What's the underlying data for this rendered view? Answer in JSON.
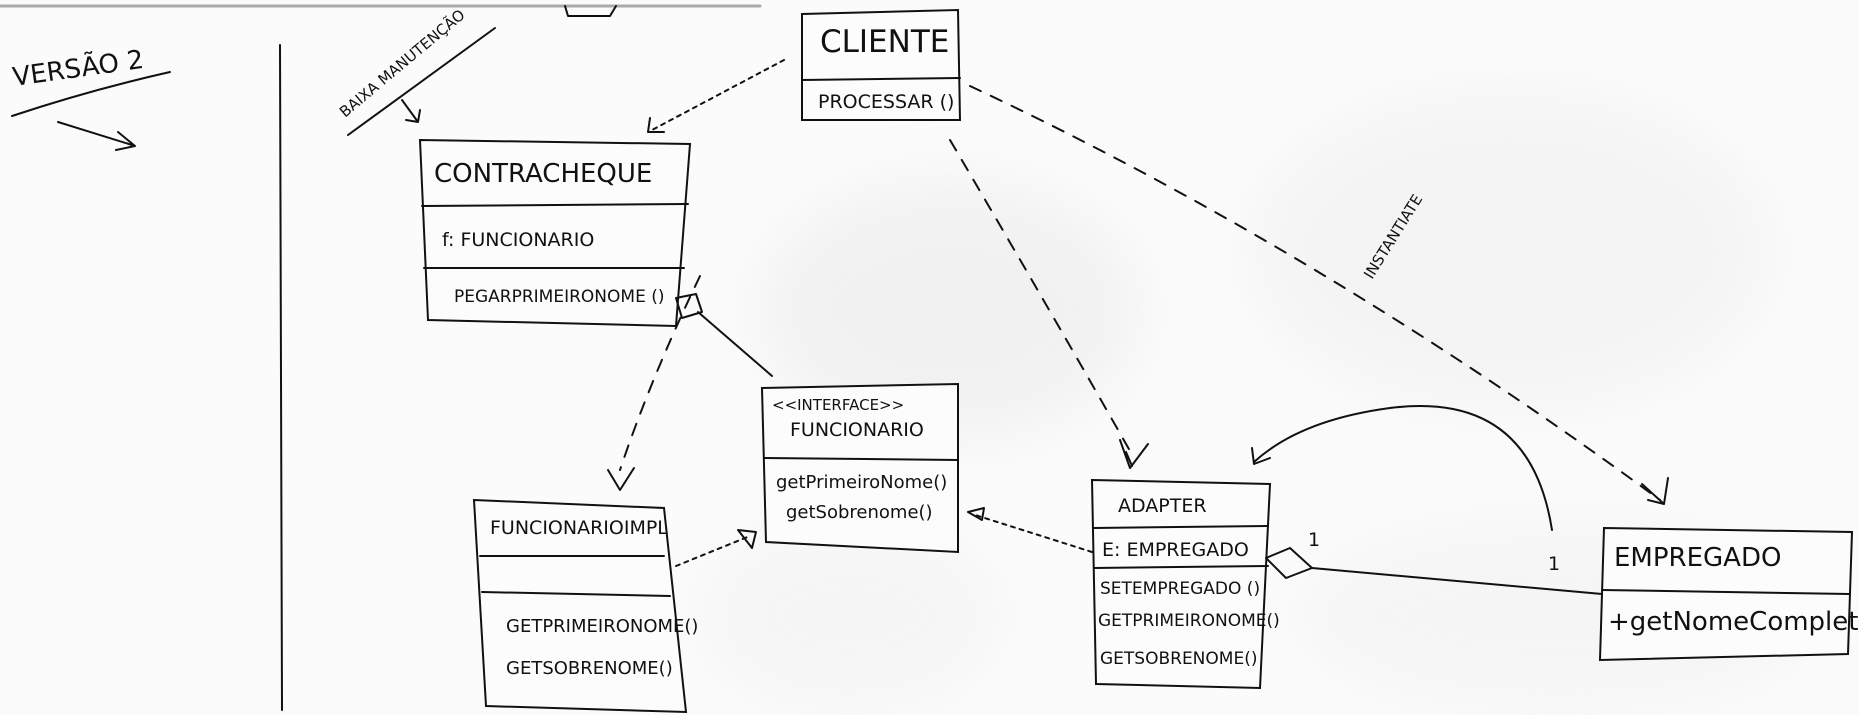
{
  "header": {
    "version": "VERSÃO 2",
    "note": "BAIXA MANUTENÇÃO",
    "instantiate": "INSTANTIATE"
  },
  "classes": {
    "cliente": {
      "name": "CLIENTE",
      "members": [
        "PROCESSAR ()"
      ]
    },
    "contracheque": {
      "name": "CONTRACHEQUE",
      "attributes": [
        "f: FUNCIONARIO"
      ],
      "methods": [
        "PEGARPRIMEIRONOME ()"
      ]
    },
    "funcionario": {
      "stereotype": "<<INTERFACE>>",
      "name": "FUNCIONARIO",
      "methods": [
        "getPrimeiroNome()",
        "getSobrenome()"
      ]
    },
    "funcionario_impl": {
      "name": "FUNCIONARIOIMPL",
      "methods": [
        "GETPRIMEIRONOME()",
        "GETSOBRENOME()"
      ]
    },
    "adapter": {
      "name": "ADAPTER",
      "attributes": [
        "E: EMPREGADO"
      ],
      "methods": [
        "SETEMPREGADO ()",
        "GETPRIMEIRONOME()",
        "GETSOBRENOME()"
      ]
    },
    "empregado": {
      "name": "EMPREGADO",
      "methods": [
        "+getNomeCompleto()"
      ]
    }
  },
  "multiplicity": {
    "adapter_end": "1",
    "empregado_end": "1"
  }
}
